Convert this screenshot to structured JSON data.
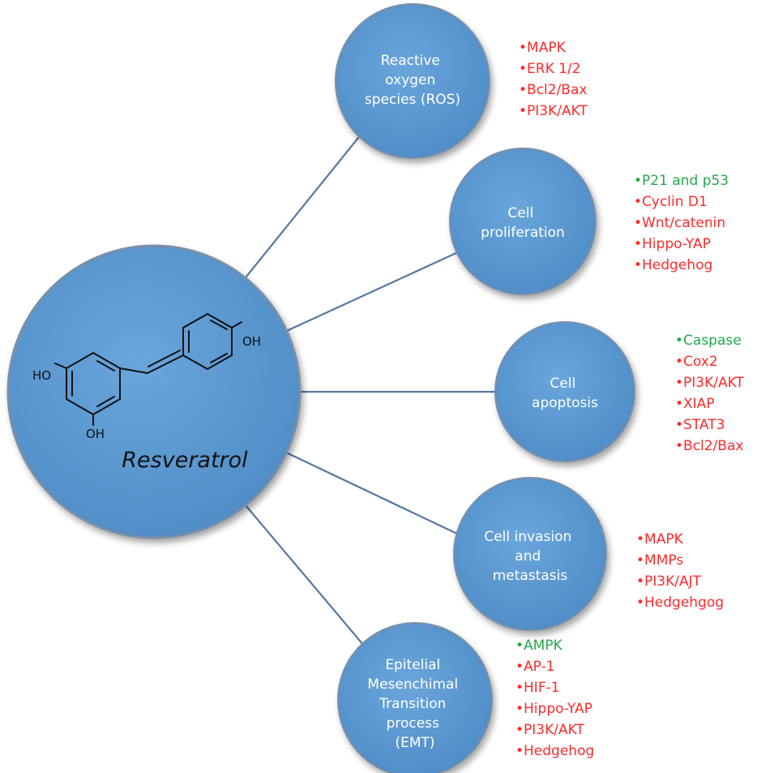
{
  "colors": {
    "increase": "#22a84a",
    "decrease": "#ff2a2a",
    "circle_fill": "#5b9bd5",
    "circle_stroke": "#7a8fa8",
    "connector": "#5578a0"
  },
  "central": {
    "label": "Resveratrol",
    "chem_labels": {
      "oh_top": "OH",
      "ho_left": "HO",
      "oh_bottom": "OH"
    }
  },
  "nodes": [
    {
      "id": "ros",
      "lines": [
        "Reactive",
        "oxygen",
        "species (ROS)"
      ],
      "items": [
        {
          "text": "MAPK",
          "effect": "decrease"
        },
        {
          "text": "ERK 1/2",
          "effect": "decrease"
        },
        {
          "text": "Bcl2/Bax",
          "effect": "decrease"
        },
        {
          "text": "PI3K/AKT",
          "effect": "decrease"
        }
      ]
    },
    {
      "id": "proliferation",
      "lines": [
        "Cell",
        "proliferation"
      ],
      "items": [
        {
          "text": "P21 and p53",
          "effect": "increase"
        },
        {
          "text": "Cyclin D1",
          "effect": "decrease"
        },
        {
          "text": "Wnt/catenin",
          "effect": "decrease"
        },
        {
          "text": "Hippo-YAP",
          "effect": "decrease"
        },
        {
          "text": "Hedgehog",
          "effect": "decrease"
        }
      ]
    },
    {
      "id": "apoptosis",
      "lines": [
        "Cell",
        "apoptosis"
      ],
      "items": [
        {
          "text": "Caspase",
          "effect": "increase"
        },
        {
          "text": "Cox2",
          "effect": "decrease"
        },
        {
          "text": "PI3K/AKT",
          "effect": "decrease"
        },
        {
          "text": "XIAP",
          "effect": "decrease"
        },
        {
          "text": "STAT3",
          "effect": "decrease"
        },
        {
          "text": "Bcl2/Bax",
          "effect": "decrease"
        }
      ]
    },
    {
      "id": "invasion",
      "lines": [
        "Cell invasion",
        "and",
        "metastasis"
      ],
      "items": [
        {
          "text": "MAPK",
          "effect": "decrease"
        },
        {
          "text": "MMPs",
          "effect": "decrease"
        },
        {
          "text": "PI3K/AJT",
          "effect": "decrease"
        },
        {
          "text": "Hedgehgog",
          "effect": "decrease"
        }
      ]
    },
    {
      "id": "emt",
      "lines": [
        "Epitelial",
        "Mesenchimal",
        "Transition",
        "process",
        "(EMT)"
      ],
      "items": [
        {
          "text": "AMPK",
          "effect": "increase"
        },
        {
          "text": "AP-1",
          "effect": "decrease"
        },
        {
          "text": "HIF-1",
          "effect": "decrease"
        },
        {
          "text": "Hippo-YAP",
          "effect": "decrease"
        },
        {
          "text": "PI3K/AKT",
          "effect": "decrease"
        },
        {
          "text": "Hedgehog",
          "effect": "decrease"
        }
      ]
    }
  ]
}
